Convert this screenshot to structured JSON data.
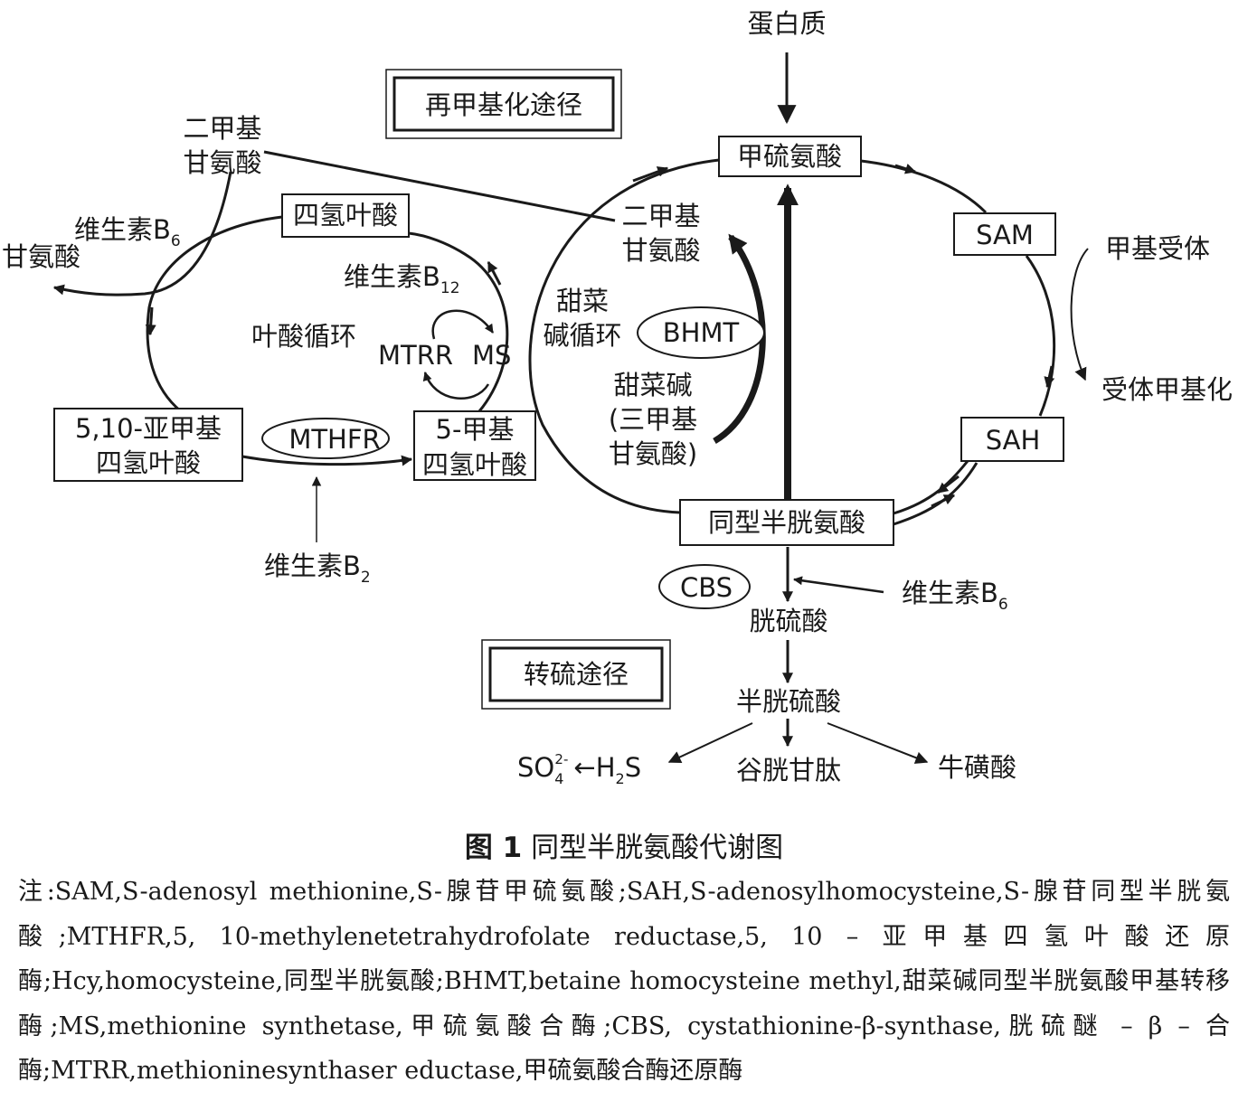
{
  "diagram": {
    "remethylation_title": "再甲基化途径",
    "transsulfuration_title": "转硫途径",
    "protein": "蛋白质",
    "methionine": "甲硫氨酸",
    "sam": "SAM",
    "sah": "SAH",
    "homocysteine": "同型半胱氨酸",
    "methyl_acceptor": "甲基受体",
    "methylated_acceptor": "受体甲基化",
    "dmg_left_l1": "二甲基",
    "dmg_left_l2": "甘氨酸",
    "vitb6_left": "维生素B",
    "vitb6_left_sub": "6",
    "glycine": "甘氨酸",
    "thf": "四氢叶酸",
    "vitb12": "维生素B",
    "vitb12_sub": "12",
    "folate_cycle": "叶酸循环",
    "mtrr": "MTRR",
    "ms": "MS",
    "methylene_thf_l1": "5,10-亚甲基",
    "methylene_thf_l2": "四氢叶酸",
    "mthfr": "MTHFR",
    "methyl_thf_l1": "5-甲基",
    "methyl_thf_l2": "四氢叶酸",
    "vitb2": "维生素B",
    "vitb2_sub": "2",
    "dmg_right_l1": "二甲基",
    "dmg_right_l2": "甘氨酸",
    "betaine_cycle_l1": "甜菜",
    "betaine_cycle_l2": "碱循环",
    "bhmt": "BHMT",
    "betaine_l1": "甜菜碱",
    "betaine_l2": "(三甲基",
    "betaine_l3": "甘氨酸)",
    "cbs": "CBS",
    "vitb6_right": "维生素B",
    "vitb6_right_sub": "6",
    "cystathionine": "胱硫酸",
    "cysteine": "半胱硫酸",
    "so4": "SO",
    "so4_sub": "4",
    "so4_sup": "2-",
    "h2s_h": "H",
    "h2s_sub": "2",
    "h2s_s": "S",
    "arrow_glyph": "←",
    "glutathione": "谷胱甘肽",
    "taurine": "牛磺酸"
  },
  "caption": {
    "label": "图 1",
    "title": "同型半胱氨酸代谢图"
  },
  "note": "注:SAM,S-adenosyl methionine,S-腺苷甲硫氨酸;SAH,S-adenosylhomocysteine,S-腺苷同型半胱氨酸;MTHFR,5, 10-methylenetetrahydrofolate reductase,5, 10 – 亚甲基四氢叶酸还原酶;Hcy,homocysteine,同型半胱氨酸;BHMT,betaine homocysteine methyl,甜菜碱同型半胱氨酸甲基转移酶;MS,methionine synthetase,甲硫氨酸合酶;CBS, cystathionine-β-synthase,胱硫醚 – β – 合酶;MTRR,methioninesynthaser eductase,甲硫氨酸合酶还原酶"
}
